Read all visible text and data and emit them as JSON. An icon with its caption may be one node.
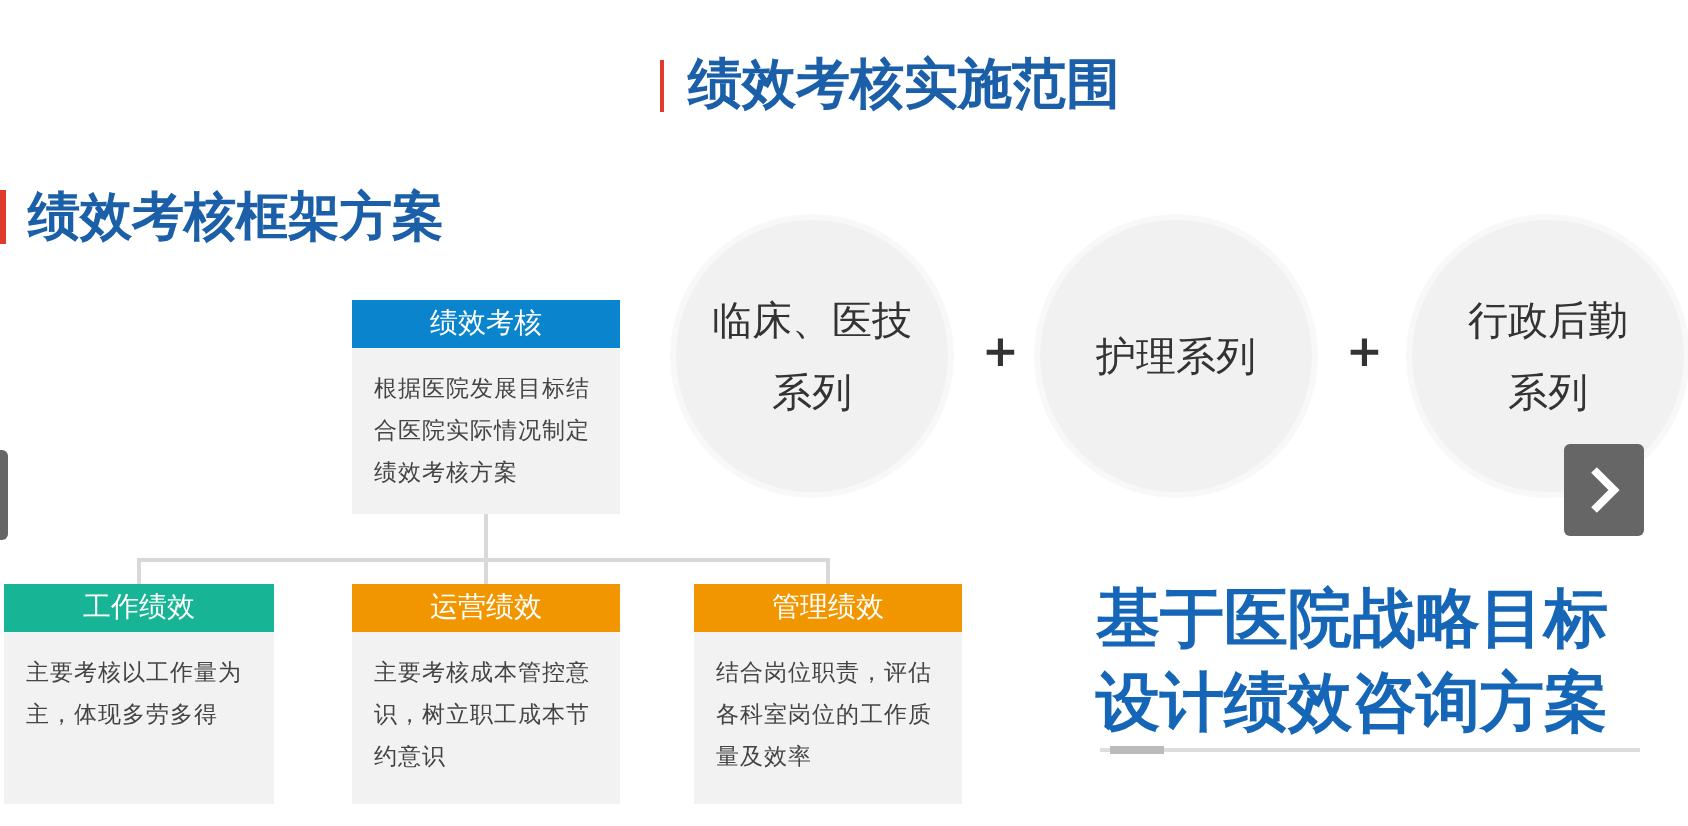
{
  "diagram": {
    "title": "绩效考核实施范围",
    "nodes": [
      {
        "text": [
          "绩效考核",
          "根据医院发展目标结合医院实际情况制定绩效考核方案"
        ]
      },
      {
        "text": [
          "工作绩效",
          "主要考核以工作量为主，体现多劳多得"
        ]
      },
      {
        "text": [
          "运营绩效",
          "主要考核成本管控意识，树立职工成本节约意识"
        ]
      },
      {
        "text": [
          "管理绩效",
          "结合岗位职责，评估各科室岗位的工作质量及效率"
        ]
      },
      {
        "text": [
          "临床、医技系列"
        ]
      },
      {
        "text": [
          "护理系列"
        ]
      },
      {
        "text": [
          "行政后勤系列"
        ]
      }
    ],
    "edges": [
      {
        "from": 0,
        "to": 1,
        "arrow": "none"
      },
      {
        "from": 0,
        "to": 2,
        "arrow": "none"
      },
      {
        "from": 0,
        "to": 3,
        "arrow": "none"
      }
    ],
    "labels": [
      "绩效考核框架方案",
      "+",
      "+",
      "基于医院战略目标设计绩效咨询方案"
    ]
  }
}
